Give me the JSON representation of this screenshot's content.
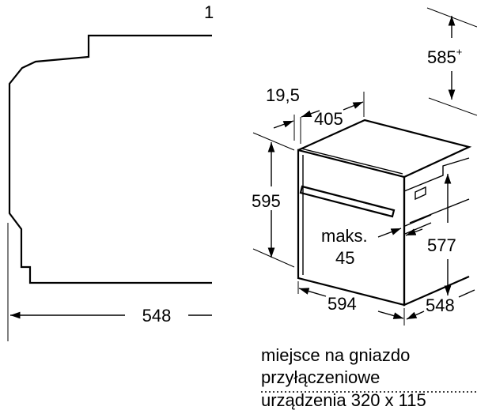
{
  "dimensions": {
    "side_depth": "548",
    "top_cut": "1",
    "niche_depth": "585",
    "niche_depth_suffix": "+",
    "front_offset": "19,5",
    "top_offset": "405",
    "height": "595",
    "niche_height": "577",
    "max_label": "maks.",
    "max_value": "45",
    "width": "594",
    "depth": "548"
  },
  "note": {
    "line1": "miejsce na gniazdo",
    "line2": "przyłączeniowe",
    "line3": "urządzenia 320 x 115"
  }
}
